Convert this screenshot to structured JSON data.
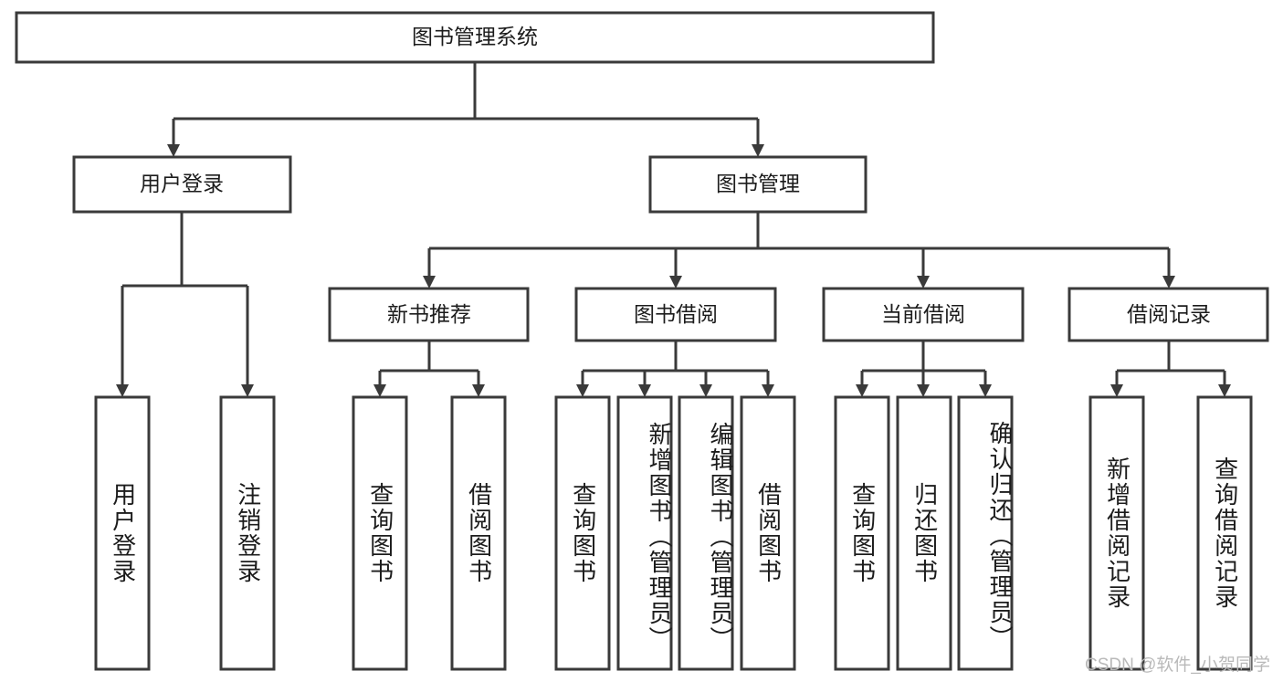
{
  "diagram": {
    "type": "tree",
    "title": "图书管理系统",
    "watermark": "CSDN @软件_小贺同学",
    "colors": {
      "box_stroke": "#3a3a3a",
      "box_fill": "#ffffff",
      "text": "#1c1c1c",
      "watermark": "#b9b9b9",
      "background": "#ffffff"
    },
    "levels": {
      "root": {
        "label": "图书管理系统"
      },
      "level2": [
        {
          "label": "用户登录"
        },
        {
          "label": "图书管理"
        }
      ],
      "level3": [
        {
          "label": "新书推荐"
        },
        {
          "label": "图书借阅"
        },
        {
          "label": "当前借阅"
        },
        {
          "label": "借阅记录"
        }
      ],
      "leaves": [
        {
          "label": "用户登录",
          "parent": "用户登录"
        },
        {
          "label": "注销登录",
          "parent": "用户登录"
        },
        {
          "label": "查询图书",
          "parent": "新书推荐"
        },
        {
          "label": "借阅图书",
          "parent": "新书推荐"
        },
        {
          "label": "查询图书",
          "parent": "图书借阅"
        },
        {
          "label": "新增图书（管理员）",
          "parent": "图书借阅"
        },
        {
          "label": "编辑图书（管理员）",
          "parent": "图书借阅"
        },
        {
          "label": "借阅图书",
          "parent": "图书借阅"
        },
        {
          "label": "查询图书",
          "parent": "当前借阅"
        },
        {
          "label": "归还图书",
          "parent": "当前借阅"
        },
        {
          "label": "确认归还（管理员）",
          "parent": "当前借阅"
        },
        {
          "label": "新增借阅记录",
          "parent": "借阅记录"
        },
        {
          "label": "查询借阅记录",
          "parent": "借阅记录"
        }
      ]
    }
  }
}
